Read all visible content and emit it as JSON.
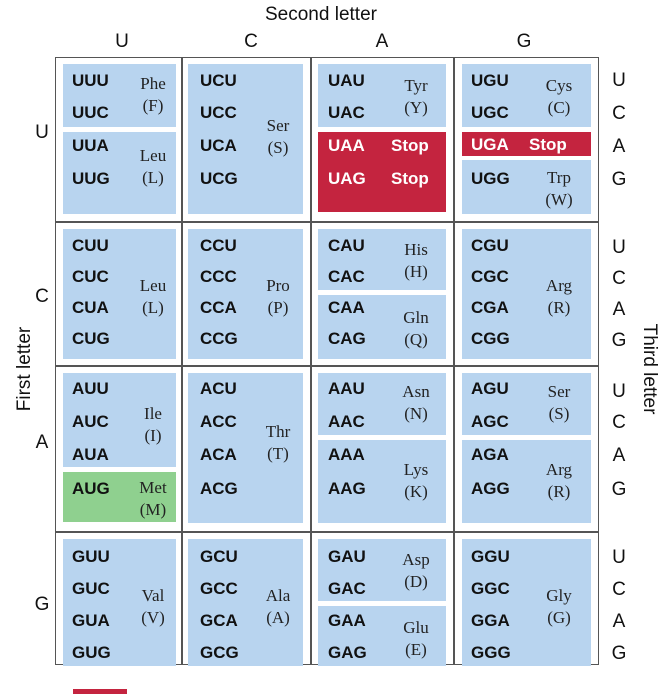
{
  "axis": {
    "second": "Second letter",
    "first": "First letter",
    "third": "Third letter"
  },
  "second_letters": [
    "U",
    "C",
    "A",
    "G"
  ],
  "first_letters": [
    "U",
    "C",
    "A",
    "G"
  ],
  "third_letters": [
    "U",
    "C",
    "A",
    "G",
    "U",
    "C",
    "A",
    "G",
    "U",
    "C",
    "A",
    "G",
    "U",
    "C",
    "A",
    "G"
  ],
  "codons": {
    "U": {
      "U": [
        "UUU",
        "UUC",
        "UUA",
        "UUG"
      ],
      "C": [
        "UCU",
        "UCC",
        "UCA",
        "UCG"
      ],
      "A": [
        "UAU",
        "UAC",
        "UAA",
        "UAG"
      ],
      "G": [
        "UGU",
        "UGC",
        "UGA",
        "UGG"
      ]
    },
    "C": {
      "U": [
        "CUU",
        "CUC",
        "CUA",
        "CUG"
      ],
      "C": [
        "CCU",
        "CCC",
        "CCA",
        "CCG"
      ],
      "A": [
        "CAU",
        "CAC",
        "CAA",
        "CAG"
      ],
      "G": [
        "CGU",
        "CGC",
        "CGA",
        "CGG"
      ]
    },
    "A": {
      "U": [
        "AUU",
        "AUC",
        "AUA",
        "AUG"
      ],
      "C": [
        "ACU",
        "ACC",
        "ACA",
        "ACG"
      ],
      "A": [
        "AAU",
        "AAC",
        "AAA",
        "AAG"
      ],
      "G": [
        "AGU",
        "AGC",
        "AGA",
        "AGG"
      ]
    },
    "G": {
      "U": [
        "GUU",
        "GUC",
        "GUA",
        "GUG"
      ],
      "C": [
        "GCU",
        "GCC",
        "GCA",
        "GCG"
      ],
      "A": [
        "GAU",
        "GAC",
        "GAA",
        "GAG"
      ],
      "G": [
        "GGU",
        "GGC",
        "GGA",
        "GGG"
      ]
    }
  },
  "amino_acids": {
    "phe": {
      "name": "Phe",
      "code": "(F)"
    },
    "leu": {
      "name": "Leu",
      "code": "(L)"
    },
    "ser": {
      "name": "Ser",
      "code": "(S)"
    },
    "tyr": {
      "name": "Tyr",
      "code": "(Y)"
    },
    "cys": {
      "name": "Cys",
      "code": "(C)"
    },
    "trp": {
      "name": "Trp",
      "code": "(W)"
    },
    "pro": {
      "name": "Pro",
      "code": "(P)"
    },
    "his": {
      "name": "His",
      "code": "(H)"
    },
    "gln": {
      "name": "Gln",
      "code": "(Q)"
    },
    "arg": {
      "name": "Arg",
      "code": "(R)"
    },
    "ile": {
      "name": "Ile",
      "code": "(I)"
    },
    "met": {
      "name": "Met",
      "code": "(M)"
    },
    "thr": {
      "name": "Thr",
      "code": "(T)"
    },
    "asn": {
      "name": "Asn",
      "code": "(N)"
    },
    "lys": {
      "name": "Lys",
      "code": "(K)"
    },
    "val": {
      "name": "Val",
      "code": "(V)"
    },
    "ala": {
      "name": "Ala",
      "code": "(A)"
    },
    "asp": {
      "name": "Asp",
      "code": "(D)"
    },
    "glu": {
      "name": "Glu",
      "code": "(E)"
    },
    "gly": {
      "name": "Gly",
      "code": "(G)"
    }
  },
  "stop_label": "Stop",
  "colors": {
    "codon_block": "#b8d4ef",
    "stop_block": "#c4243f",
    "start_block": "#8fd08f",
    "grid_line": "#555555"
  }
}
